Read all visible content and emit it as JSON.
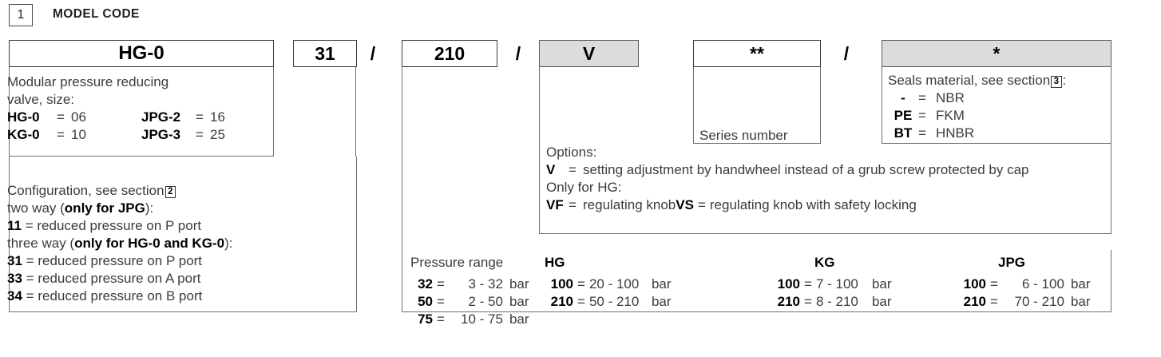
{
  "header": {
    "section_number": "1",
    "title": "MODEL CODE"
  },
  "code_boxes": {
    "model": "HG-0",
    "configuration": "31",
    "pressure": "210",
    "options": "V",
    "series": "**",
    "seals": "*",
    "slash": "/"
  },
  "model_panel": {
    "intro_line1": "Modular pressure reducing",
    "intro_line2": "valve, size:",
    "sizes": [
      {
        "code": "HG-0",
        "eq": "=",
        "value": "06",
        "code2": "JPG-2",
        "eq2": "=",
        "value2": "16"
      },
      {
        "code": "KG-0",
        "eq": "=",
        "value": "10",
        "code2": "JPG-3",
        "eq2": "=",
        "value2": "25"
      }
    ]
  },
  "configuration_panel": {
    "intro_pre": "Configuration, see section",
    "intro_ref": "2",
    "two_way_label_pre": "two way (",
    "two_way_label_bold": "only for JPG",
    "two_way_label_post": "):",
    "two_way_items": [
      {
        "code": "11",
        "eq": "=",
        "text": "reduced pressure on P port"
      }
    ],
    "three_way_label_pre": "three way (",
    "three_way_label_bold": "only for HG-0 and KG-0",
    "three_way_label_post": "):",
    "three_way_items": [
      {
        "code": "31",
        "eq": "=",
        "text": "reduced pressure on P port"
      },
      {
        "code": "33",
        "eq": "=",
        "text": "reduced pressure on A port"
      },
      {
        "code": "34",
        "eq": "=",
        "text": "reduced pressure on B port"
      }
    ]
  },
  "options_panel": {
    "title": "Options:",
    "item_v_code": "V",
    "item_v_eq": "=",
    "item_v_text": "setting adjustment by handwheel instead of a grub screw protected by cap",
    "only_for": "Only for HG:",
    "item_vf_code": "VF",
    "item_vf_eq": "=",
    "item_vf_text": "regulating knob",
    "item_vs_code": "VS",
    "item_vs_eq": "=",
    "item_vs_text": "regulating knob with safety locking"
  },
  "series_panel": {
    "label": "Series number"
  },
  "seals_panel": {
    "title_pre": "Seals material, see section",
    "title_ref": "3",
    "title_post": ":",
    "items": [
      {
        "code": "-",
        "eq": "=",
        "value": "NBR"
      },
      {
        "code": "PE",
        "eq": "=",
        "value": "FKM"
      },
      {
        "code": "BT",
        "eq": "=",
        "value": "HNBR"
      }
    ]
  },
  "pressure_panel": {
    "label": "Pressure range",
    "groups": [
      {
        "name": "HG",
        "rows": [
          {
            "code": "32",
            "eq": "=",
            "range": "3 - 32",
            "unit": "bar"
          },
          {
            "code": "50",
            "eq": "=",
            "range": "2 - 50",
            "unit": "bar"
          },
          {
            "code": "75",
            "eq": "=",
            "range": "10 - 75",
            "unit": "bar"
          }
        ]
      },
      {
        "name": "",
        "rows": [
          {
            "code": "100",
            "eq": "=",
            "range": "20 - 100",
            "unit": "bar"
          },
          {
            "code": "210",
            "eq": "=",
            "range": "50 - 210",
            "unit": "bar"
          }
        ]
      },
      {
        "name": "KG",
        "rows": [
          {
            "code": "100",
            "eq": "=",
            "range": "7 - 100",
            "unit": "bar"
          },
          {
            "code": "210",
            "eq": "=",
            "range": "8 - 210",
            "unit": "bar"
          }
        ]
      },
      {
        "name": "JPG",
        "rows": [
          {
            "code": "100",
            "eq": "=",
            "range": "6 - 100",
            "unit": "bar"
          },
          {
            "code": "210",
            "eq": "=",
            "range": "70 - 210",
            "unit": "bar"
          }
        ]
      }
    ]
  },
  "colors": {
    "highlight_fill": "#dcdcdc",
    "box_border": "#3a3a3a",
    "panel_border": "#6e6e6e",
    "text": "#3c3c3c",
    "bold_text": "#000000"
  }
}
